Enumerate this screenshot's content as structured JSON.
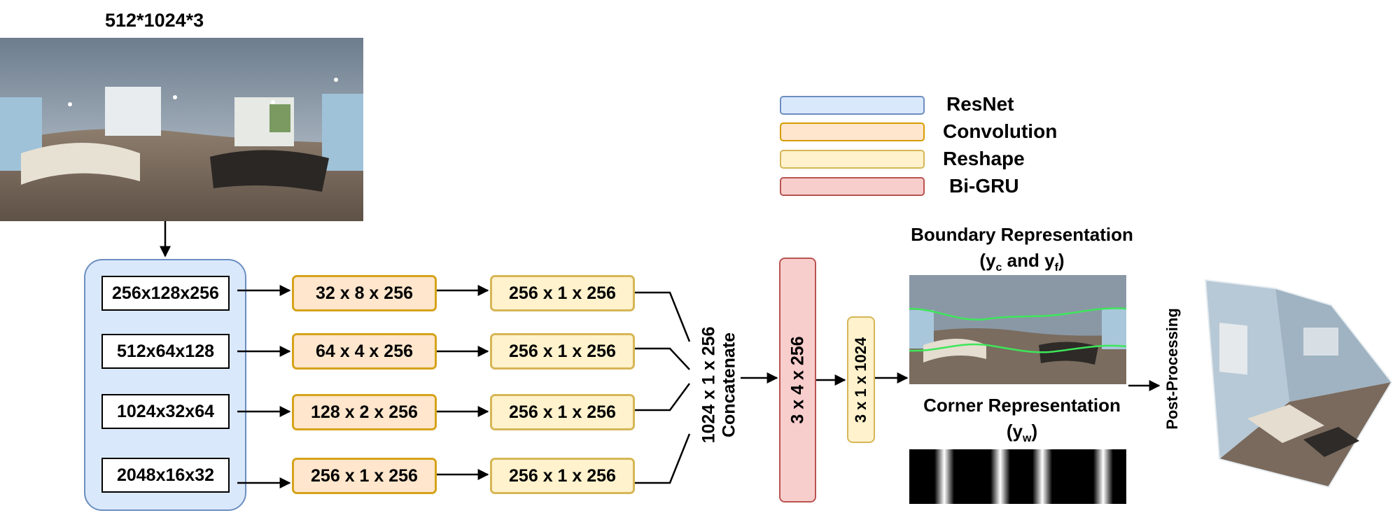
{
  "input": {
    "dims_label": "512*1024*3"
  },
  "legend": [
    {
      "label": "ResNet",
      "fill": "#dae8fc",
      "stroke": "#6c8ebf"
    },
    {
      "label": "Convolution",
      "fill": "#ffe6cc",
      "stroke": "#d79b00"
    },
    {
      "label": "Reshape",
      "fill": "#fff2cc",
      "stroke": "#d6b656"
    },
    {
      "label": "Bi-GRU",
      "fill": "#f8cecc",
      "stroke": "#b85450"
    }
  ],
  "resnet_features": [
    "256x128x256",
    "512x64x128",
    "1024x32x64",
    "2048x16x32"
  ],
  "conv_outputs": [
    "32 x 8 x 256",
    "64 x 4 x 256",
    "128 x 2 x 256",
    "256 x 1 x 256"
  ],
  "reshape_outputs": [
    "256 x 1 x 256",
    "256 x 1 x 256",
    "256 x 1 x 256",
    "256 x 1 x 256"
  ],
  "concat": {
    "dims": "1024 x 1 x 256",
    "label": "Concatenate"
  },
  "bigru": {
    "dims": "3 x 4 x 256"
  },
  "output_reshape": {
    "dims": "3 x 1 x 1024"
  },
  "boundary": {
    "title": "Boundary Representation",
    "sub_prefix": "(y",
    "sub_c": "c",
    "sub_and": " and y",
    "sub_f": "f",
    "sub_suffix": ")"
  },
  "corner": {
    "title": "Corner Representation",
    "sub_prefix": "(y",
    "sub_w": "w",
    "sub_suffix": ")"
  },
  "post": {
    "label": "Post-Processing"
  },
  "colors": {
    "resnet": "#dae8fc",
    "conv": "#ffe6cc",
    "reshape": "#fff2cc",
    "bigru": "#f8cecc"
  }
}
